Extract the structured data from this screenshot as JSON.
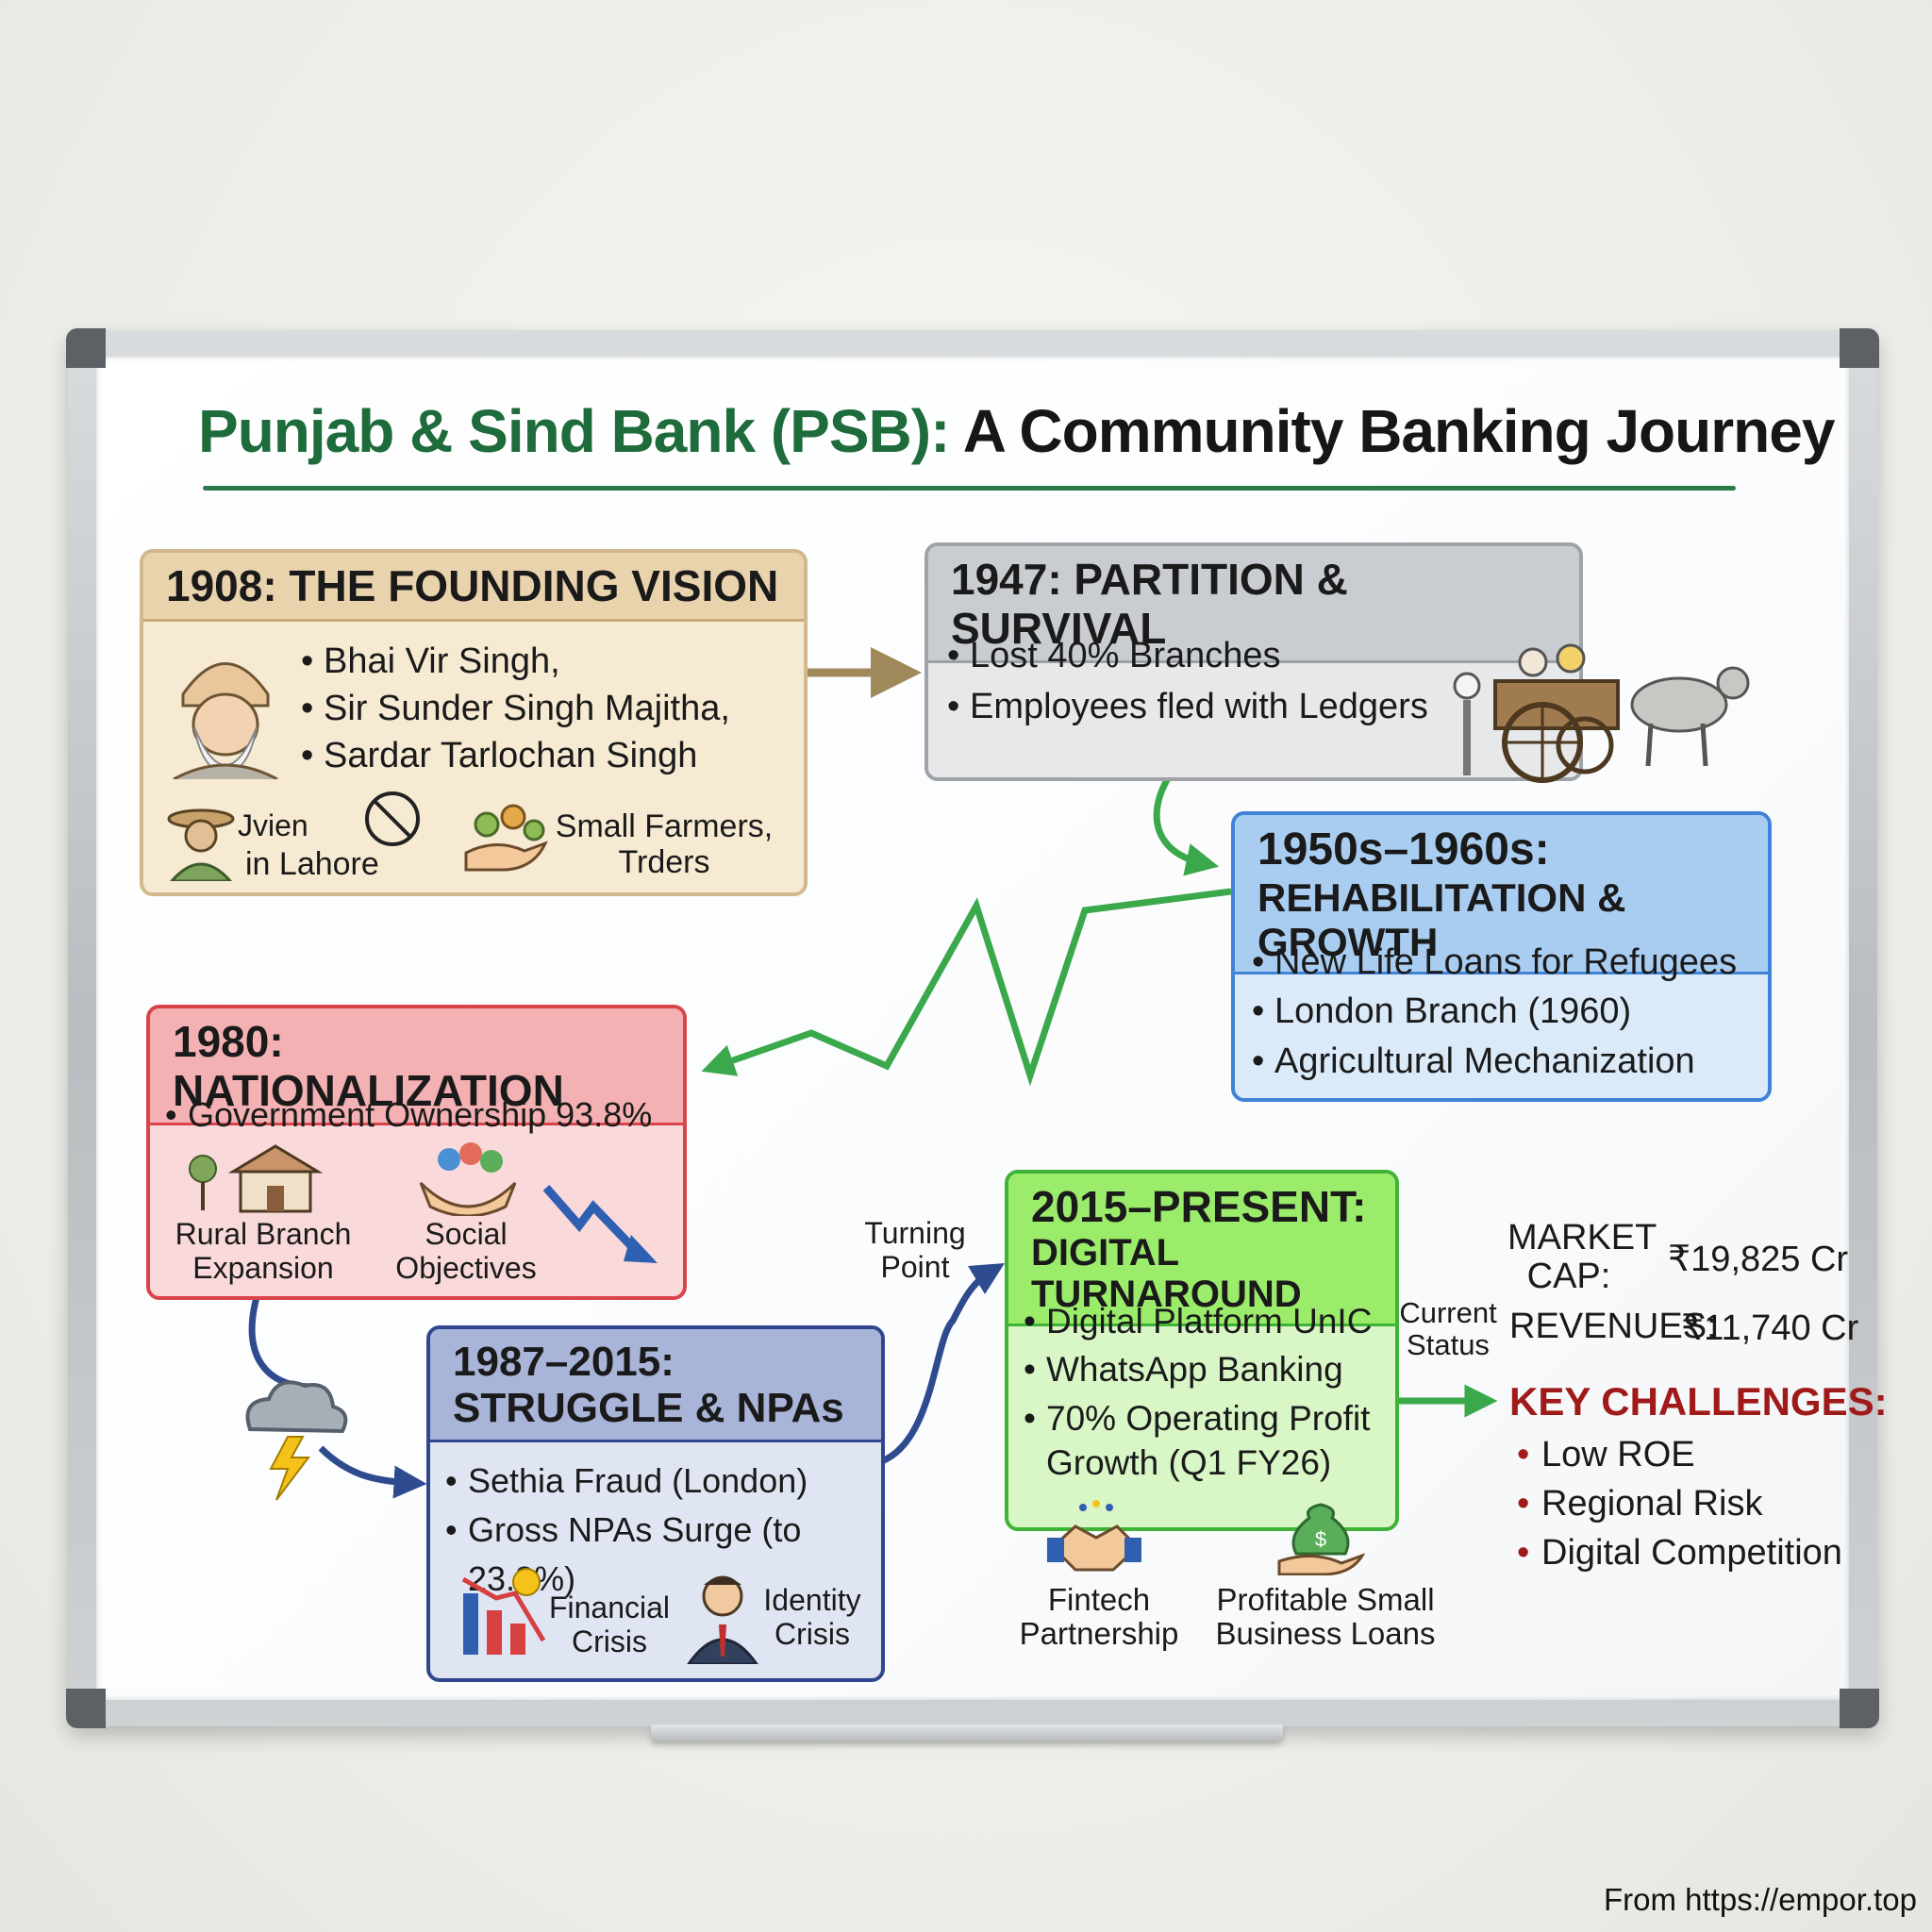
{
  "title": {
    "part1": "Punjab & Sind Bank (PSB):",
    "part2": "A Community Banking Journey"
  },
  "stages": {
    "founding": {
      "header": "1908: THE FOUNDING VISION",
      "founders": [
        "Bhai Vir Singh,",
        "Sir Sunder Singh Majitha,",
        "Sardar Tarlochan Singh"
      ],
      "label_a1": "Jvien",
      "label_a2": "in Lahore",
      "label_b": "Small Farmers,",
      "label_b2": "Trders"
    },
    "partition": {
      "header": "1947: PARTITION & SURVIVAL",
      "bullets": [
        "Lost 40% Branches",
        "Employees fled with Ledgers"
      ]
    },
    "rehab": {
      "header_line1": "1950s–1960s:",
      "header_line2": "REHABILITATION & GROWTH",
      "bullets": [
        "New Life Loans for Refugees",
        "London Branch (1960)",
        "Agricultural Mechanization"
      ]
    },
    "nationalization": {
      "header": "1980: NATIONALIZATION",
      "bullets": [
        "Government Ownership 93.8%"
      ],
      "icon1_line1": "Rural Branch",
      "icon1_line2": "Expansion",
      "icon2_line1": "Social",
      "icon2_line2": "Objectives"
    },
    "struggle": {
      "header_line1": "1987–2015:",
      "header_line2": "STRUGGLE & NPAs",
      "bullets": [
        "Sethia Fraud (London)",
        "Gross NPAs Surge (to 23.8%)"
      ],
      "icon1_line1": "Financial",
      "icon1_line2": "Crisis",
      "icon2_line1": "Identity",
      "icon2_line2": "Crisis"
    },
    "digital": {
      "header_line1": "2015–PRESENT:",
      "header_line2": "DIGITAL TURNAROUND",
      "bullets": [
        "Digital Platform UnIC",
        "WhatsApp Banking",
        "70% Operating Profit Growth (Q1 FY26)"
      ],
      "icon1_line1": "Fintech",
      "icon1_line2": "Partnership",
      "icon2_line1": "Profitable Small",
      "icon2_line2": "Business Loans"
    }
  },
  "turning_point": {
    "line1": "Turning",
    "line2": "Point"
  },
  "current_status": {
    "label_line1": "Current",
    "label_line2": "Status",
    "market_cap_label1": "MARKET",
    "market_cap_label2": "CAP:",
    "market_cap_value": "₹19,825 Cr",
    "revenues_label": "REVENUES:",
    "revenues_value": "₹11,740 Cr",
    "challenges_title": "KEY CHALLENGES:",
    "challenges": [
      "Low ROE",
      "Regional Risk",
      "Digital Competition"
    ]
  },
  "credit": "From https://empor.top",
  "colors": {
    "title_green": "#1e6b3c",
    "arrow_tan": "#a08a5c",
    "arrow_green": "#3aa84b",
    "arrow_navy": "#2f4b8f",
    "challenge_red": "#a01a1a"
  }
}
